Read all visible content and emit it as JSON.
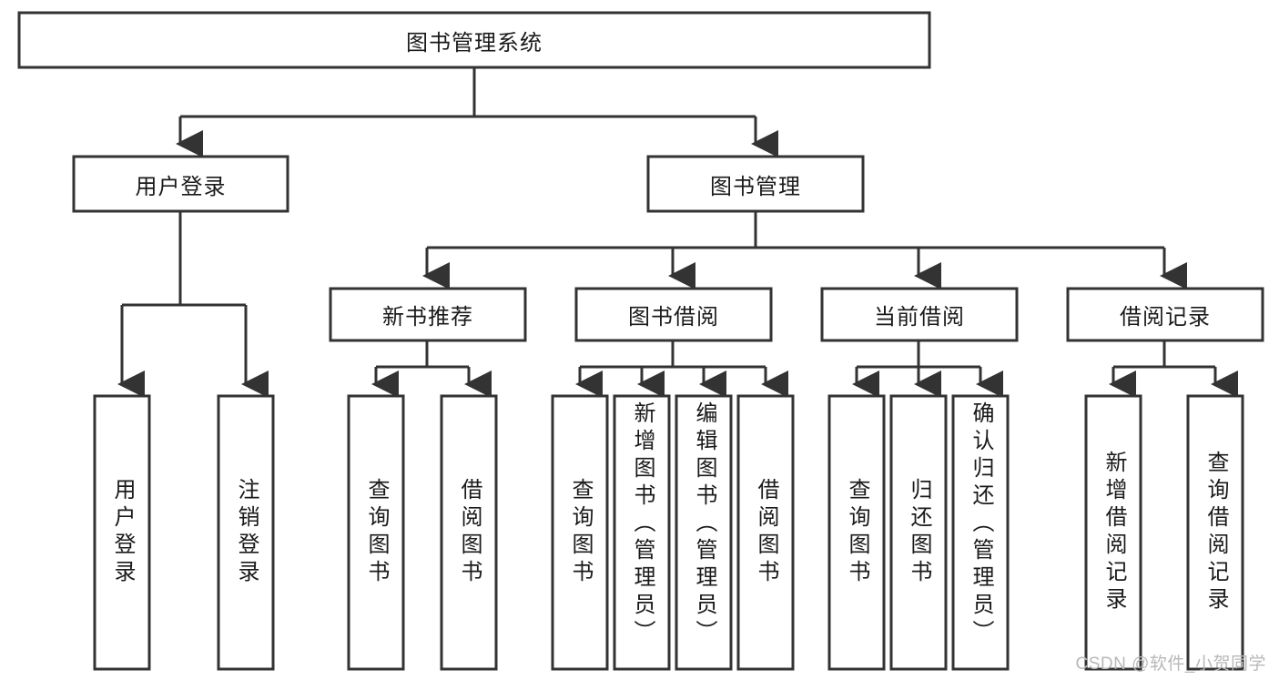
{
  "diagram": {
    "title_node": {
      "label": "图书管理系统"
    },
    "level2": [
      {
        "id": "user-login",
        "label": "用户登录"
      },
      {
        "id": "book-management",
        "label": "图书管理"
      }
    ],
    "level3": [
      {
        "id": "new-book-recommend",
        "label": "新书推荐"
      },
      {
        "id": "book-borrow",
        "label": "图书借阅"
      },
      {
        "id": "current-borrow",
        "label": "当前借阅"
      },
      {
        "id": "borrow-record",
        "label": "借阅记录"
      }
    ],
    "leaves": {
      "user_login": [
        {
          "id": "leaf-user-login",
          "label": "用户登录"
        },
        {
          "id": "leaf-logout-login",
          "label": "注销登录"
        }
      ],
      "new_book_recommend": [
        {
          "id": "leaf-query-book-1",
          "label": "查询图书"
        },
        {
          "id": "leaf-borrow-book-1",
          "label": "借阅图书"
        }
      ],
      "book_borrow": [
        {
          "id": "leaf-query-book-2",
          "label": "查询图书"
        },
        {
          "id": "leaf-add-book-admin",
          "label": "新增图书（管理员）"
        },
        {
          "id": "leaf-edit-book-admin",
          "label": "编辑图书（管理员）"
        },
        {
          "id": "leaf-borrow-book-2",
          "label": "借阅图书"
        }
      ],
      "current_borrow": [
        {
          "id": "leaf-query-book-3",
          "label": "查询图书"
        },
        {
          "id": "leaf-return-book",
          "label": "归还图书"
        },
        {
          "id": "leaf-confirm-return-admin",
          "label": "确认归还（管理员）"
        }
      ],
      "borrow_record": [
        {
          "id": "leaf-add-borrow-record",
          "label": "新增借阅记录"
        },
        {
          "id": "leaf-query-borrow-record",
          "label": "查询借阅记录"
        }
      ]
    }
  },
  "watermark": {
    "text": "CSDN @软件_小贺同学"
  },
  "colors": {
    "stroke": "#333333",
    "fill": "#ffffff",
    "text": "#1a1a1a",
    "watermark": "#b8b8b8"
  }
}
